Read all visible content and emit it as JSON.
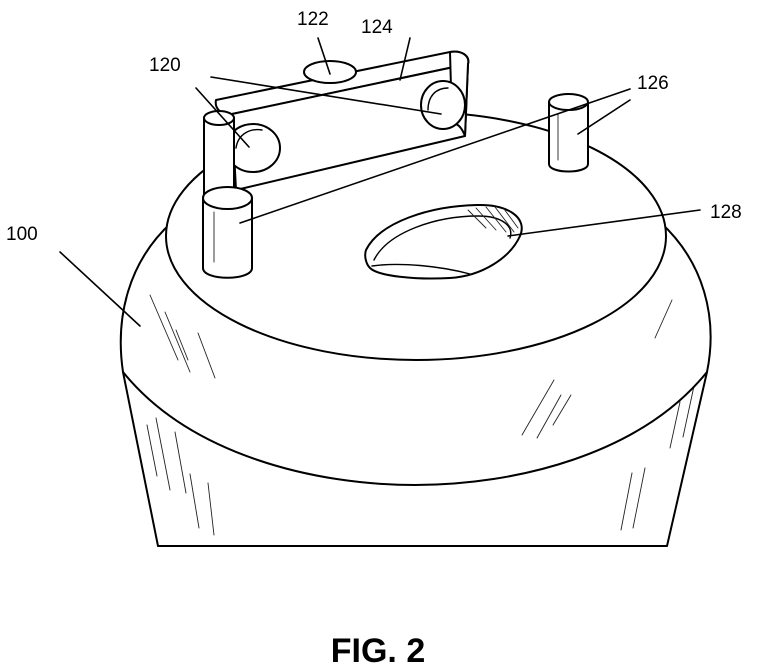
{
  "figure": {
    "caption": "FIG. 2",
    "reference_numerals": {
      "body": "100",
      "bracket_hole": "120",
      "top_hole": "122",
      "bracket": "124",
      "pins": "126",
      "center_opening": "128"
    }
  }
}
